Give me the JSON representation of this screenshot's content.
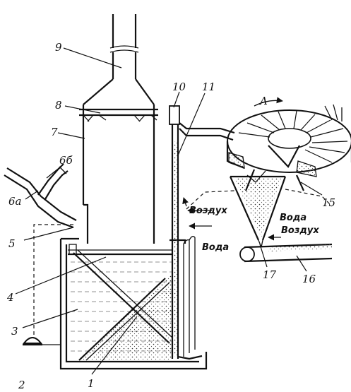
{
  "labels": {
    "n1": "1",
    "n2": "2",
    "n3": "3",
    "n4": "4",
    "n5": "5",
    "n6a": "6a",
    "n6b": "6б",
    "n7": "7",
    "n8": "8",
    "n9": "9",
    "n10": "10",
    "n11": "11",
    "n15": "15",
    "n16": "16",
    "n17": "17",
    "arrow_a": "A"
  },
  "flows": {
    "air_top": "Воздух",
    "water_mid": "Вода",
    "water_right": "Вода",
    "air_right": "Воздух"
  },
  "colors": {
    "ink": "#111111",
    "water": "#d9d9d9",
    "paper": "#ffffff"
  }
}
